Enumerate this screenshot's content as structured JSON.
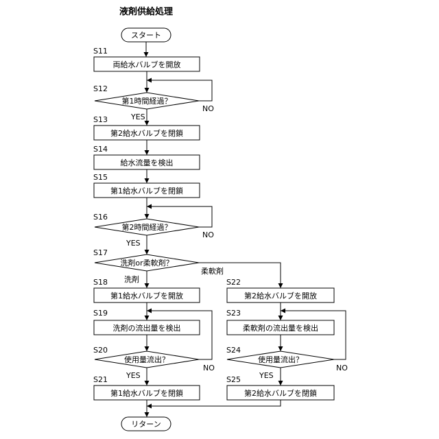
{
  "title": "液剤供給処理",
  "start": "スタート",
  "end": "リターン",
  "steps": {
    "s11": {
      "id": "S11",
      "text": "両給水バルブを開放"
    },
    "s12": {
      "id": "S12",
      "text": "第1時間経過？"
    },
    "s13": {
      "id": "S13",
      "text": "第2給水バルブを閉鎖"
    },
    "s14": {
      "id": "S14",
      "text": "給水流量を検出"
    },
    "s15": {
      "id": "S15",
      "text": "第1給水バルブを閉鎖"
    },
    "s16": {
      "id": "S16",
      "text": "第2時間経過？"
    },
    "s17": {
      "id": "S17",
      "text": "洗剤or柔軟剤？"
    },
    "s18": {
      "id": "S18",
      "text": "第1給水バルブを開放"
    },
    "s19": {
      "id": "S19",
      "text": "洗剤の流出量を検出"
    },
    "s20": {
      "id": "S20",
      "text": "使用量流出？"
    },
    "s21": {
      "id": "S21",
      "text": "第1給水バルブを閉鎖"
    },
    "s22": {
      "id": "S22",
      "text": "第2給水バルブを開放"
    },
    "s23": {
      "id": "S23",
      "text": "柔軟剤の流出量を検出"
    },
    "s24": {
      "id": "S24",
      "text": "使用量流出？"
    },
    "s25": {
      "id": "S25",
      "text": "第2給水バルブを閉鎖"
    }
  },
  "branch_labels": {
    "yes": "YES",
    "no": "NO",
    "detergent": "洗剤",
    "softener": "柔軟剤"
  }
}
